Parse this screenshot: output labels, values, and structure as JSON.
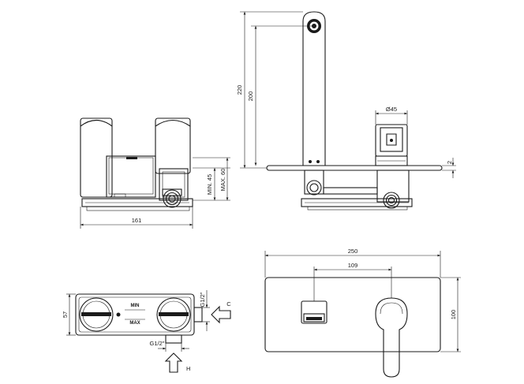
{
  "dimensions": {
    "width_161": "161",
    "min_45": "MIN. 45",
    "max_60": "MAX. 60",
    "height_220": "220",
    "height_200": "200",
    "diameter_45": "Ø45",
    "thickness_2": "2",
    "width_250": "250",
    "offset_109": "109",
    "height_100": "100",
    "depth_57": "57",
    "thread_right": "G1/2\"",
    "thread_bottom": "G1/2\""
  },
  "labels": {
    "min": "MIN",
    "max": "MAX",
    "cold": "C",
    "hot": "H"
  }
}
